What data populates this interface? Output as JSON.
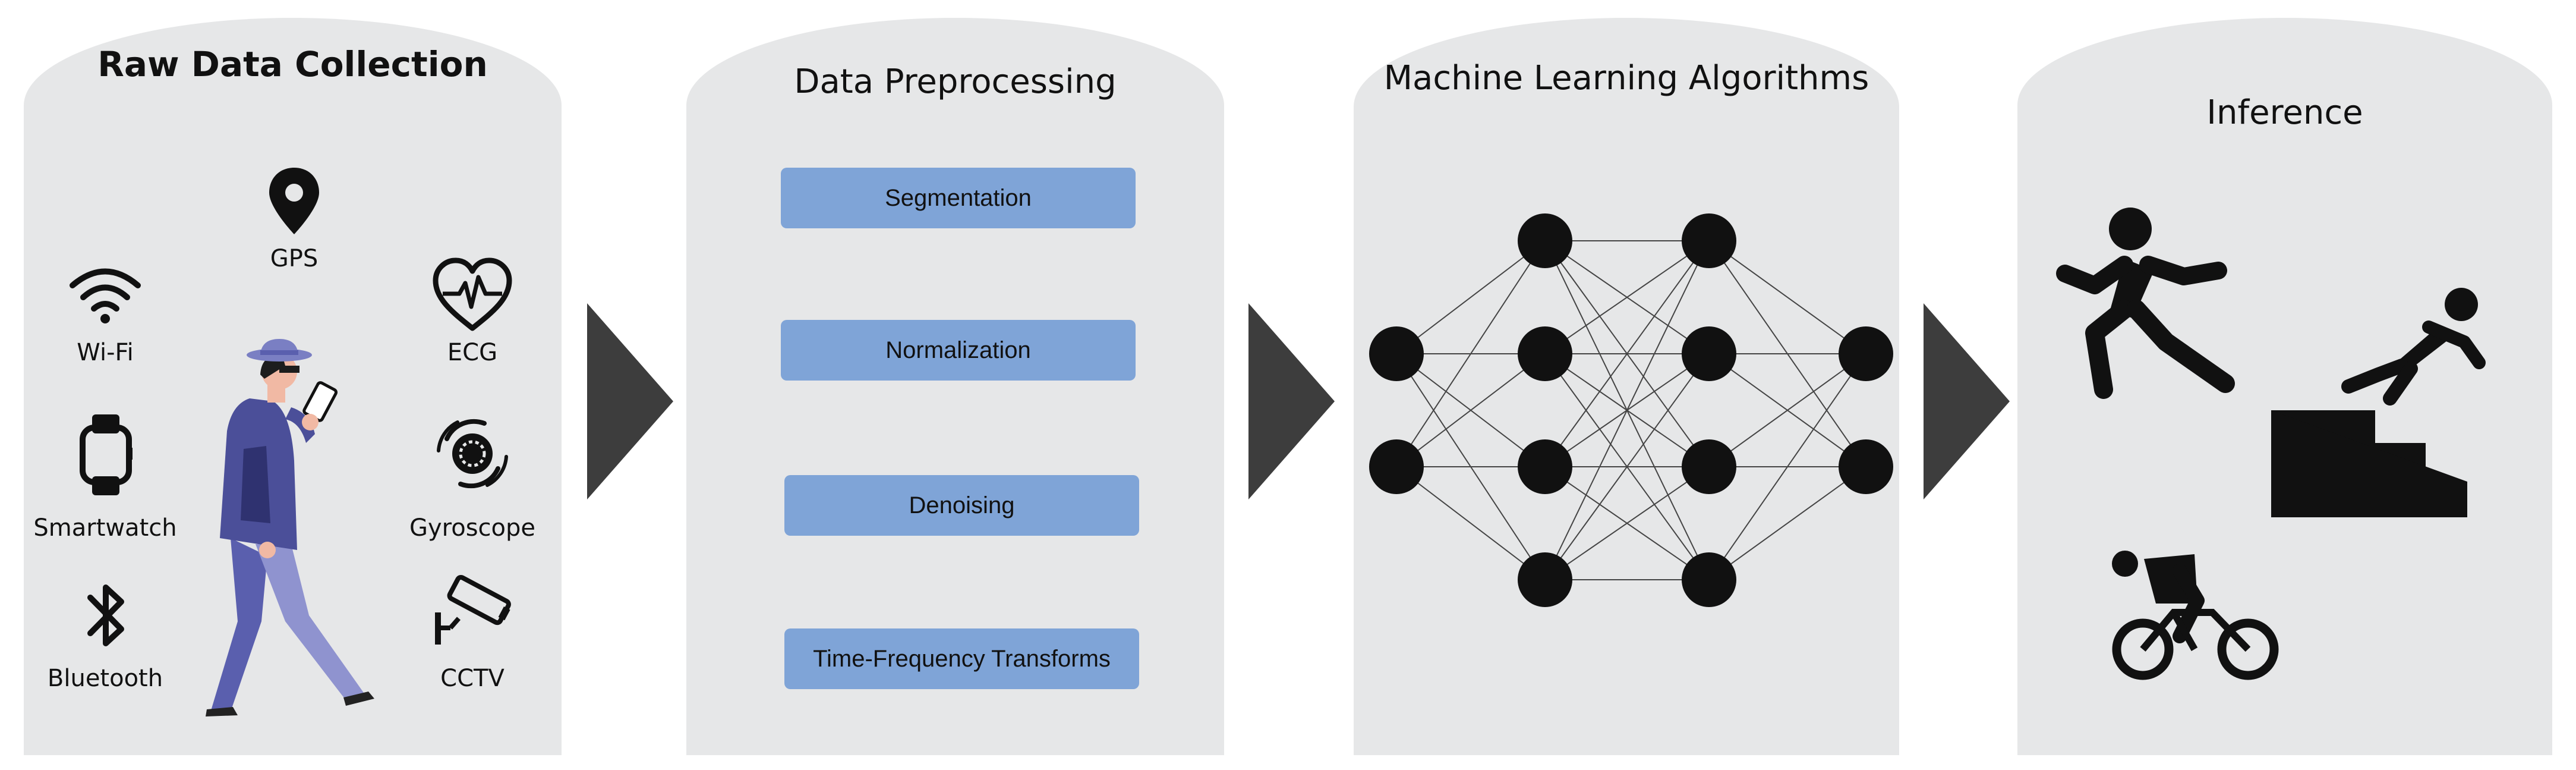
{
  "stages": {
    "raw_title": "Raw Data Collection",
    "preprocessing_title": "Data Preprocessing",
    "ml_title": "Machine Learning Algorithms",
    "inference_title": "Inference"
  },
  "sensors": {
    "gps": "GPS",
    "wifi": "Wi-Fi",
    "ecg": "ECG",
    "smartwatch": "Smartwatch",
    "gyroscope": "Gyroscope",
    "bluetooth": "Bluetooth",
    "cctv": "CCTV"
  },
  "preprocessing_steps": [
    "Segmentation",
    "Normalization",
    "Denoising",
    "Time-Frequency Transforms"
  ],
  "network": {
    "layers": [
      2,
      4,
      4,
      2
    ]
  },
  "colors": {
    "panel": "#e6e7e8",
    "step": "#7fa4d7",
    "arrow": "#3d3d3d",
    "person": "#5b5ea8"
  }
}
